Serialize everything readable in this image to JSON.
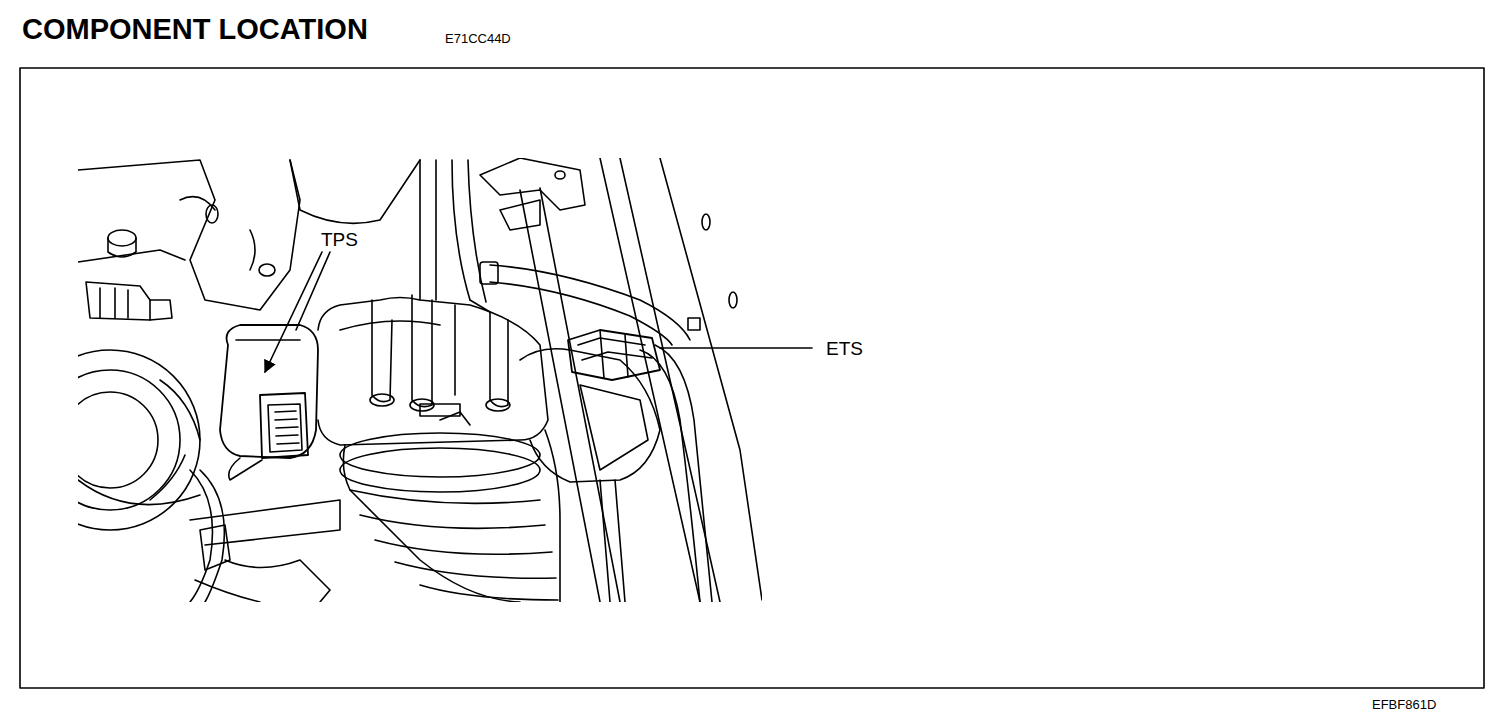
{
  "diagram": {
    "title": "COMPONENT LOCATION",
    "labels": [
      "E71CC44D",
      "TPS",
      "ETS",
      "EFBF861D"
    ]
  }
}
